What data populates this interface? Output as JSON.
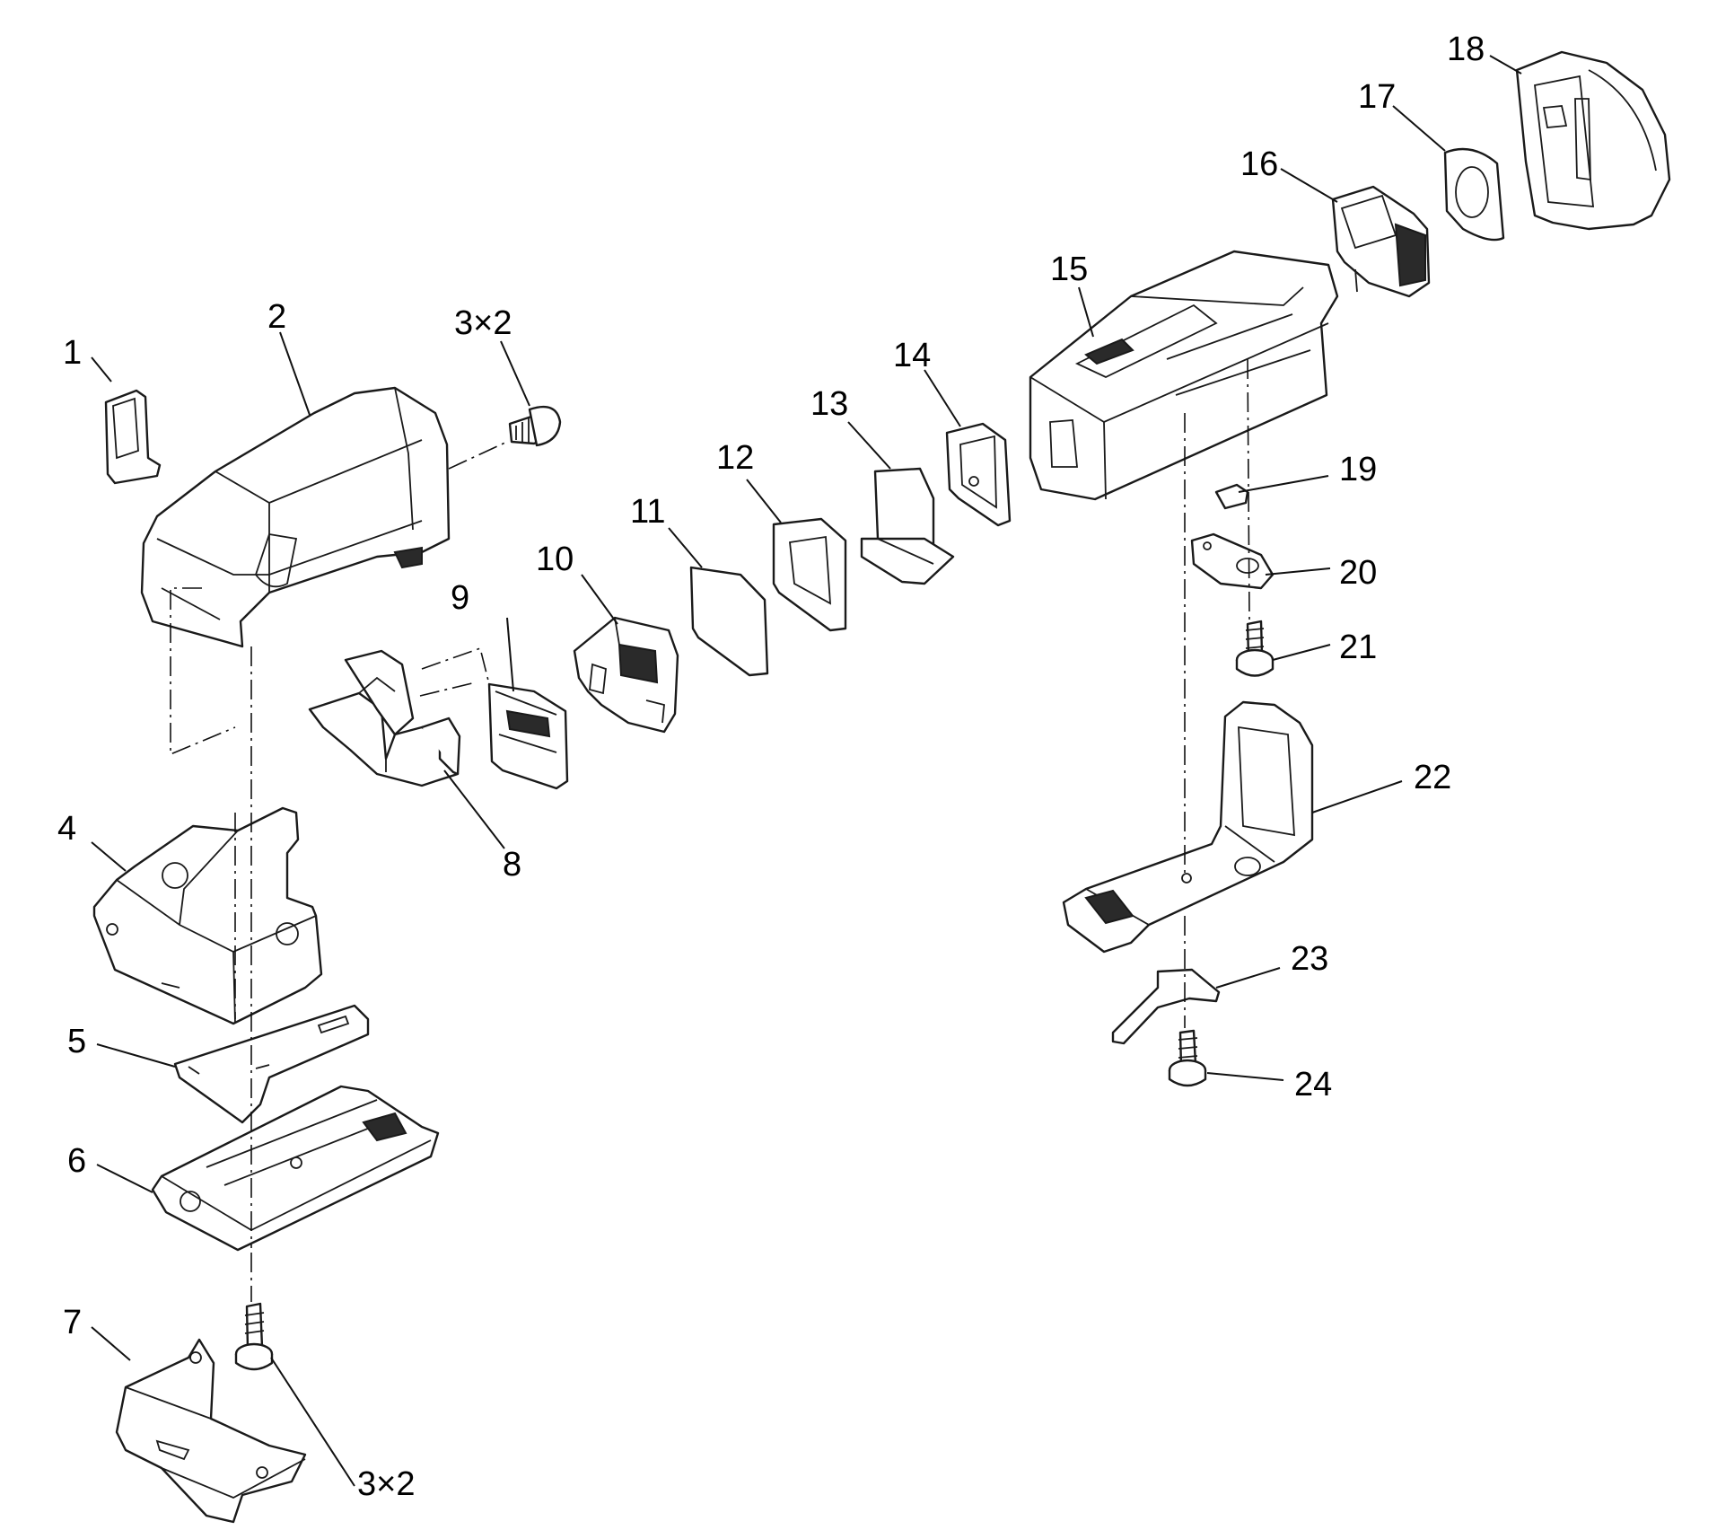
{
  "callouts": {
    "c1": "1",
    "c2": "2",
    "c3a": "3×2",
    "c3b": "3×2",
    "c4": "4",
    "c5": "5",
    "c6": "6",
    "c7": "7",
    "c8": "8",
    "c9": "9",
    "c10": "10",
    "c11": "11",
    "c12": "12",
    "c13": "13",
    "c14": "14",
    "c15": "15",
    "c16": "16",
    "c17": "17",
    "c18": "18",
    "c19": "19",
    "c20": "20",
    "c21": "21",
    "c22": "22",
    "c23": "23",
    "c24": "24"
  }
}
